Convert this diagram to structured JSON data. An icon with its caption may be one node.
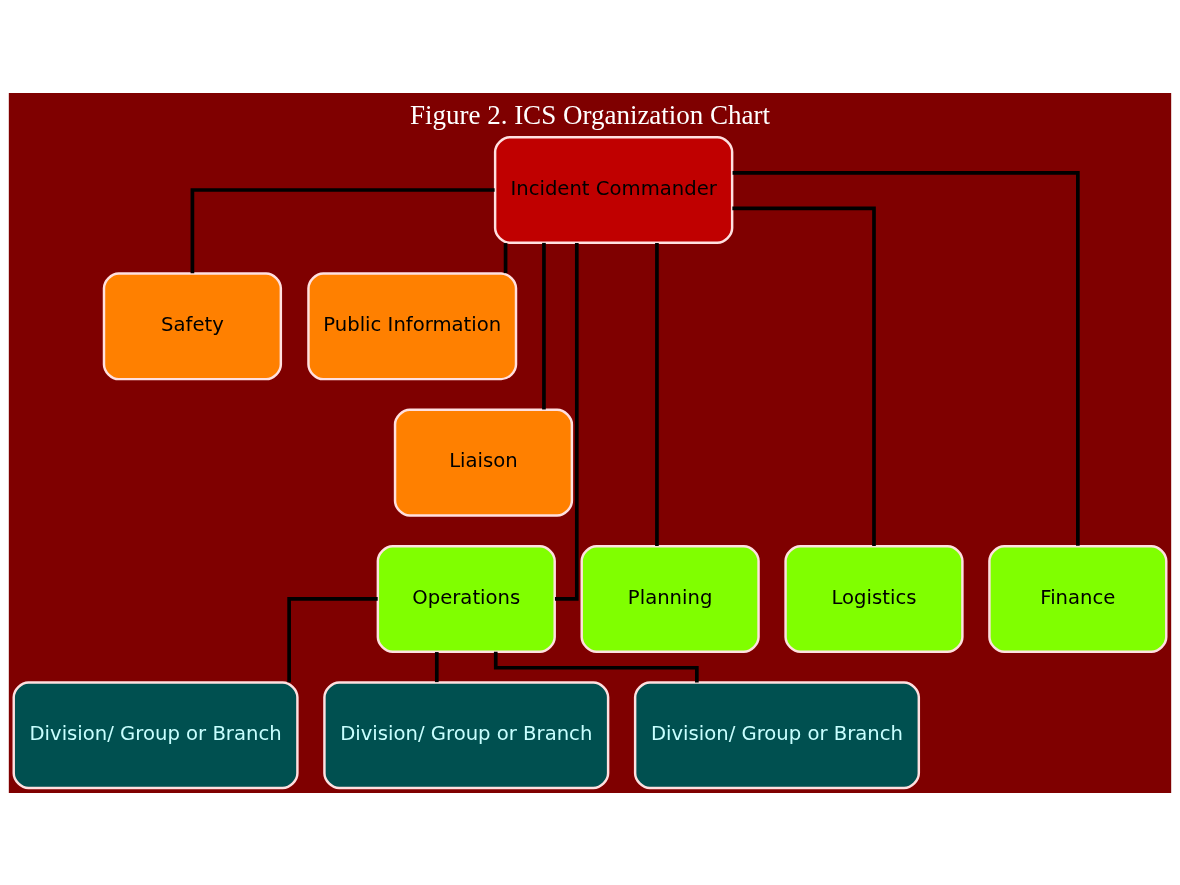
{
  "diagram": {
    "title": "Figure 2. ICS Organization Chart",
    "nodes": [
      {
        "text": [
          "Incident Commander"
        ]
      },
      {
        "text": [
          "Safety"
        ]
      },
      {
        "text": [
          "Public Information"
        ]
      },
      {
        "text": [
          "Liaison"
        ]
      },
      {
        "text": [
          "Operations"
        ]
      },
      {
        "text": [
          "Planning"
        ]
      },
      {
        "text": [
          "Logistics"
        ]
      },
      {
        "text": [
          "Finance"
        ]
      },
      {
        "text": [
          "Division/ Group or Branch"
        ]
      },
      {
        "text": [
          "Division/ Group or Branch"
        ]
      },
      {
        "text": [
          "Division/ Group or Branch"
        ]
      }
    ],
    "edges": [
      {
        "from": 0,
        "to": 1,
        "arrow": "none"
      },
      {
        "from": 0,
        "to": 2,
        "arrow": "none"
      },
      {
        "from": 0,
        "to": 3,
        "arrow": "none"
      },
      {
        "from": 0,
        "to": 4,
        "arrow": "none"
      },
      {
        "from": 0,
        "to": 5,
        "arrow": "none"
      },
      {
        "from": 0,
        "to": 6,
        "arrow": "none"
      },
      {
        "from": 0,
        "to": 7,
        "arrow": "none"
      },
      {
        "from": 4,
        "to": 8,
        "arrow": "none"
      },
      {
        "from": 4,
        "to": 9,
        "arrow": "none"
      },
      {
        "from": 4,
        "to": 10,
        "arrow": "none"
      }
    ]
  }
}
